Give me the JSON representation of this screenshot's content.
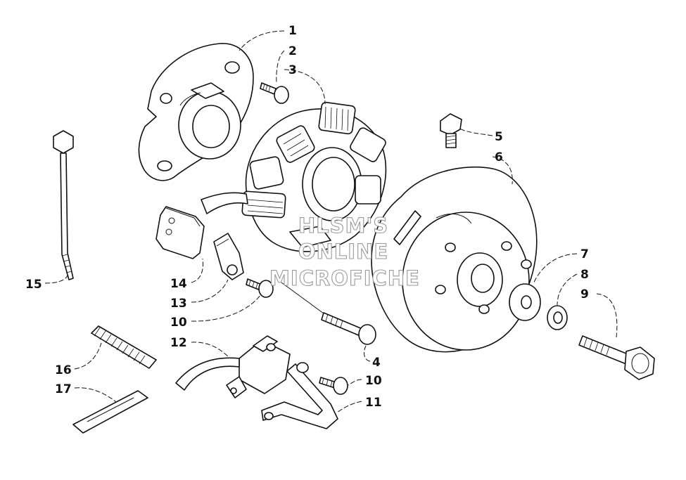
{
  "watermark": {
    "line1": "HLSM'S",
    "line2": "ONLINE",
    "line3": "MICROFICHE"
  },
  "callouts": [
    {
      "id": "c1",
      "label": "1"
    },
    {
      "id": "c2",
      "label": "2"
    },
    {
      "id": "c3",
      "label": "3"
    },
    {
      "id": "c4",
      "label": "4"
    },
    {
      "id": "c5",
      "label": "5"
    },
    {
      "id": "c6",
      "label": "6"
    },
    {
      "id": "c7",
      "label": "7"
    },
    {
      "id": "c8",
      "label": "8"
    },
    {
      "id": "c9",
      "label": "9"
    },
    {
      "id": "c10a",
      "label": "10"
    },
    {
      "id": "c10b",
      "label": "10"
    },
    {
      "id": "c11",
      "label": "11"
    },
    {
      "id": "c12",
      "label": "12"
    },
    {
      "id": "c13",
      "label": "13"
    },
    {
      "id": "c14",
      "label": "14"
    },
    {
      "id": "c15",
      "label": "15"
    },
    {
      "id": "c16",
      "label": "16"
    },
    {
      "id": "c17",
      "label": "17"
    }
  ]
}
